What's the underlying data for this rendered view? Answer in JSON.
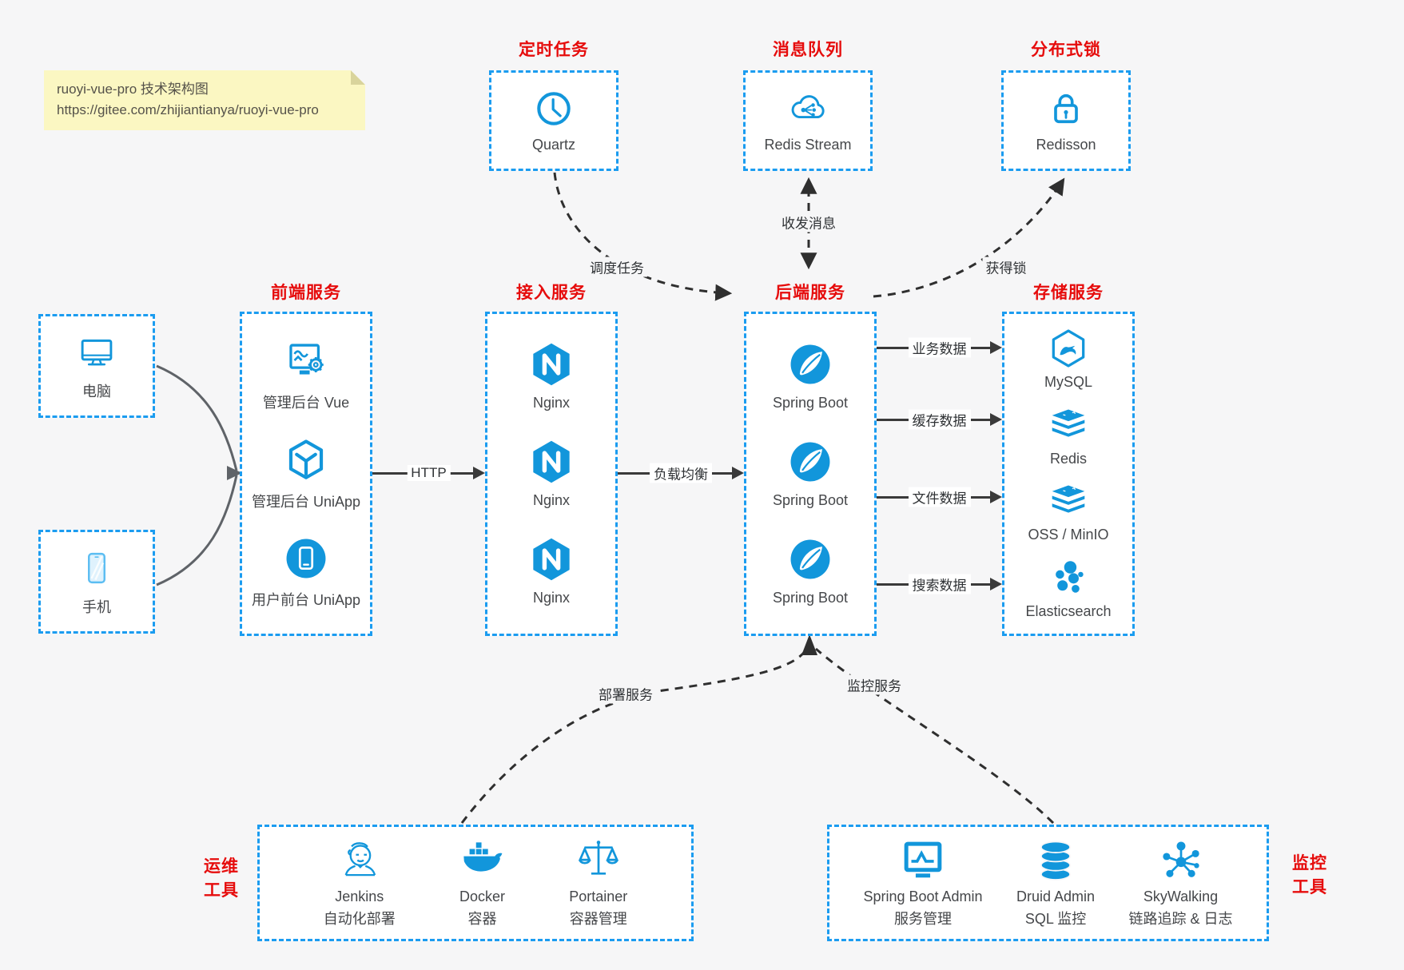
{
  "note": {
    "title": "ruoyi-vue-pro 技术架构图",
    "url": "https://gitee.com/zhijiantianya/ruoyi-vue-pro"
  },
  "top_groups": {
    "scheduler": {
      "title": "定时任务",
      "node": {
        "label": "Quartz",
        "icon": "clock-icon"
      }
    },
    "mq": {
      "title": "消息队列",
      "node": {
        "label": "Redis Stream",
        "icon": "cloud-share-icon"
      }
    },
    "lock": {
      "title": "分布式锁",
      "node": {
        "label": "Redisson",
        "icon": "lock-icon"
      }
    }
  },
  "clients": {
    "pc": {
      "label": "电脑",
      "icon": "desktop-icon"
    },
    "mobile": {
      "label": "手机",
      "icon": "phone-icon"
    }
  },
  "columns": {
    "frontend": {
      "title": "前端服务",
      "items": [
        {
          "label": "管理后台 Vue",
          "icon": "admin-dashboard-icon"
        },
        {
          "label": "管理后台 UniApp",
          "icon": "uniapp-cube-icon"
        },
        {
          "label": "用户前台 UniApp",
          "icon": "mobile-app-icon"
        }
      ]
    },
    "gateway": {
      "title": "接入服务",
      "items": [
        {
          "label": "Nginx",
          "icon": "nginx-icon"
        },
        {
          "label": "Nginx",
          "icon": "nginx-icon"
        },
        {
          "label": "Nginx",
          "icon": "nginx-icon"
        }
      ]
    },
    "backend": {
      "title": "后端服务",
      "items": [
        {
          "label": "Spring Boot",
          "icon": "spring-boot-icon"
        },
        {
          "label": "Spring Boot",
          "icon": "spring-boot-icon"
        },
        {
          "label": "Spring Boot",
          "icon": "spring-boot-icon"
        }
      ]
    },
    "storage": {
      "title": "存储服务",
      "items": [
        {
          "label": "MySQL",
          "icon": "mysql-icon"
        },
        {
          "label": "Redis",
          "icon": "storage-stack-icon"
        },
        {
          "label": "OSS / MinIO",
          "icon": "storage-stack-icon"
        },
        {
          "label": "Elasticsearch",
          "icon": "elasticsearch-icon"
        }
      ]
    }
  },
  "edges": {
    "http": "HTTP",
    "load_balance": "负载均衡",
    "business_data": "业务数据",
    "cache_data": "缓存数据",
    "file_data": "文件数据",
    "search_data": "搜索数据",
    "schedule_task": "调度任务",
    "exchange_message": "收发消息",
    "acquire_lock": "获得锁",
    "deploy_service": "部署服务",
    "monitor_service": "监控服务"
  },
  "ops_group": {
    "side_label": [
      "运维",
      "工具"
    ],
    "items": [
      {
        "name": "Jenkins",
        "desc": "自动化部署",
        "icon": "jenkins-icon"
      },
      {
        "name": "Docker",
        "desc": "容器",
        "icon": "docker-icon"
      },
      {
        "name": "Portainer",
        "desc": "容器管理",
        "icon": "portainer-scales-icon"
      }
    ]
  },
  "monitor_group": {
    "side_label": [
      "监控",
      "工具"
    ],
    "items": [
      {
        "name": "Spring Boot Admin",
        "desc": "服务管理",
        "icon": "admin-monitor-icon"
      },
      {
        "name": "Druid Admin",
        "desc": "SQL 监控",
        "icon": "database-icon"
      },
      {
        "name": "SkyWalking",
        "desc": "链路追踪 & 日志",
        "icon": "topology-icon"
      }
    ]
  },
  "colors": {
    "accent_blue": "#1296db",
    "border_blue": "#1b9cf0",
    "title_red": "#e60c0c",
    "note_bg": "#fbf7c2",
    "arrow_dark": "#3a3a3a"
  }
}
